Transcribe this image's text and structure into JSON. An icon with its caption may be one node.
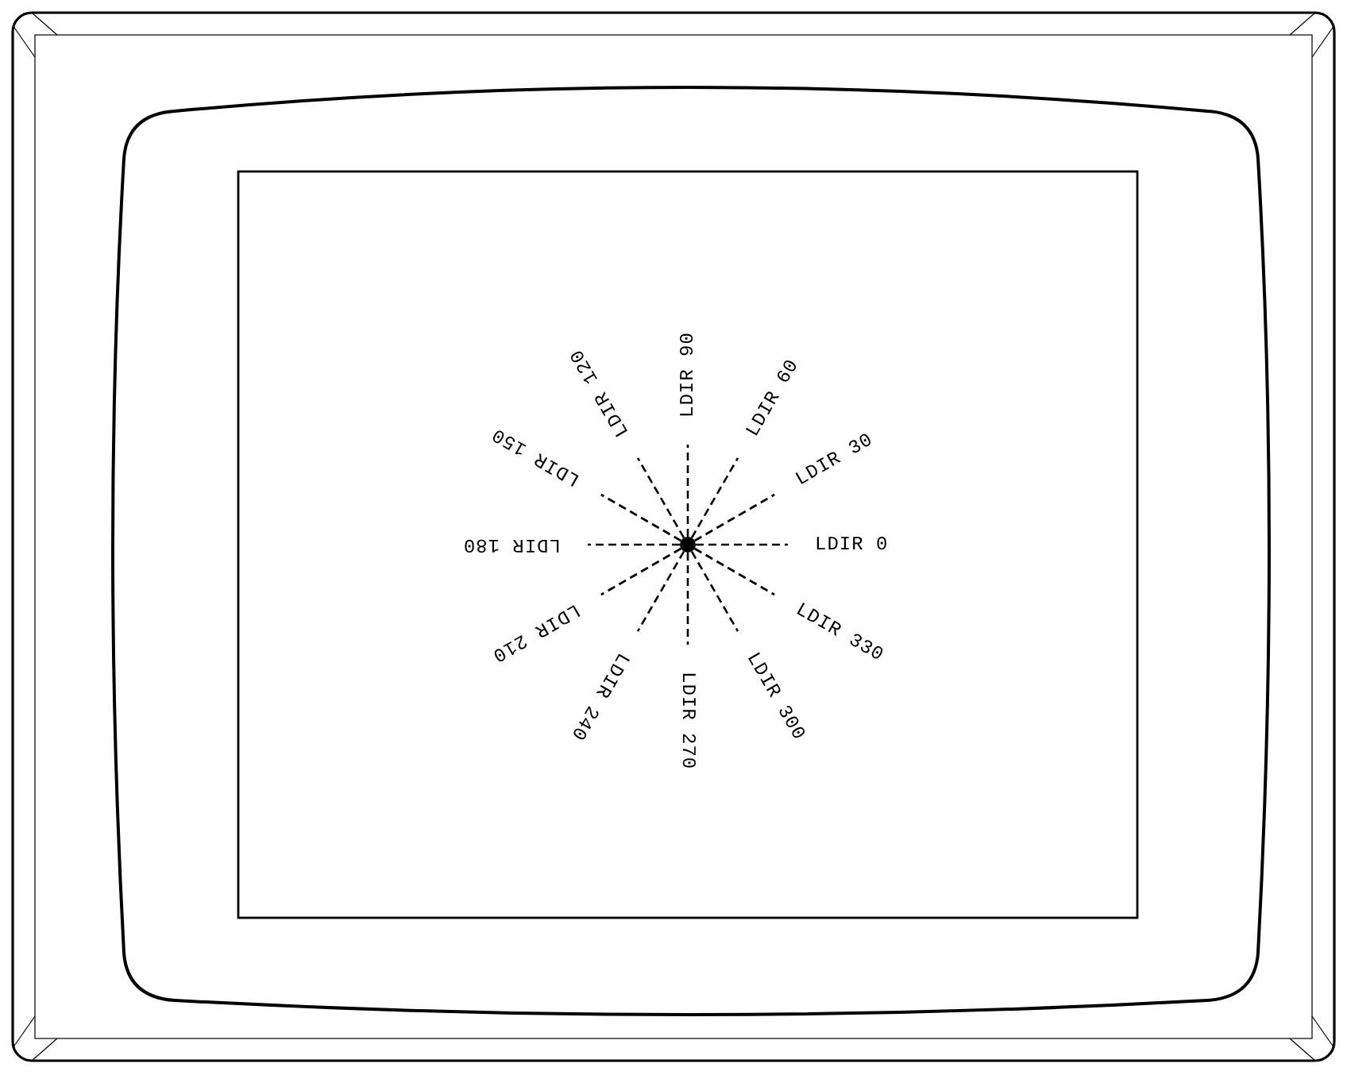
{
  "diagram": {
    "labels": [
      "LDIR 0",
      "LDIR 30",
      "LDIR 60",
      "LDIR 90",
      "LDIR 120",
      "LDIR 150",
      "LDIR 180",
      "LDIR 210",
      "LDIR 240",
      "LDIR 270",
      "LDIR 300",
      "LDIR 330"
    ]
  }
}
